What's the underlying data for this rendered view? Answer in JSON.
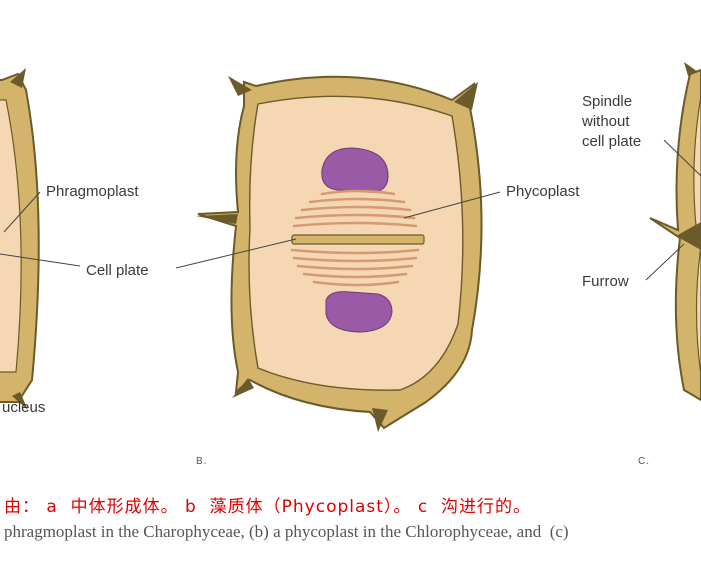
{
  "labels": {
    "phragmoplast": "Phragmoplast",
    "cell_plate": "Cell plate",
    "nucleus_partial": "ucleus",
    "phycoplast": "Phycoplast",
    "spindle_line1": "Spindle",
    "spindle_line2": "without",
    "spindle_line3": "cell plate",
    "furrow": "Furrow"
  },
  "panels": {
    "b": "B.",
    "c": "C."
  },
  "caption": {
    "chinese": "由： a  中体形成体。 b  藻质体（Phycoplast）。 c  沟进行的。",
    "english": "phragmoplast in the Charophyceae, (b) a phycoplast in the Chlorophyceae, and  (c)"
  },
  "colors": {
    "wall_fill": "#d3b46a",
    "wall_stroke": "#6b5a2a",
    "cytoplasm": "#f6d7b3",
    "nucleus": "#9b5aa6",
    "phycoplast_band": "#d49a72",
    "caption_red": "#e00000"
  }
}
